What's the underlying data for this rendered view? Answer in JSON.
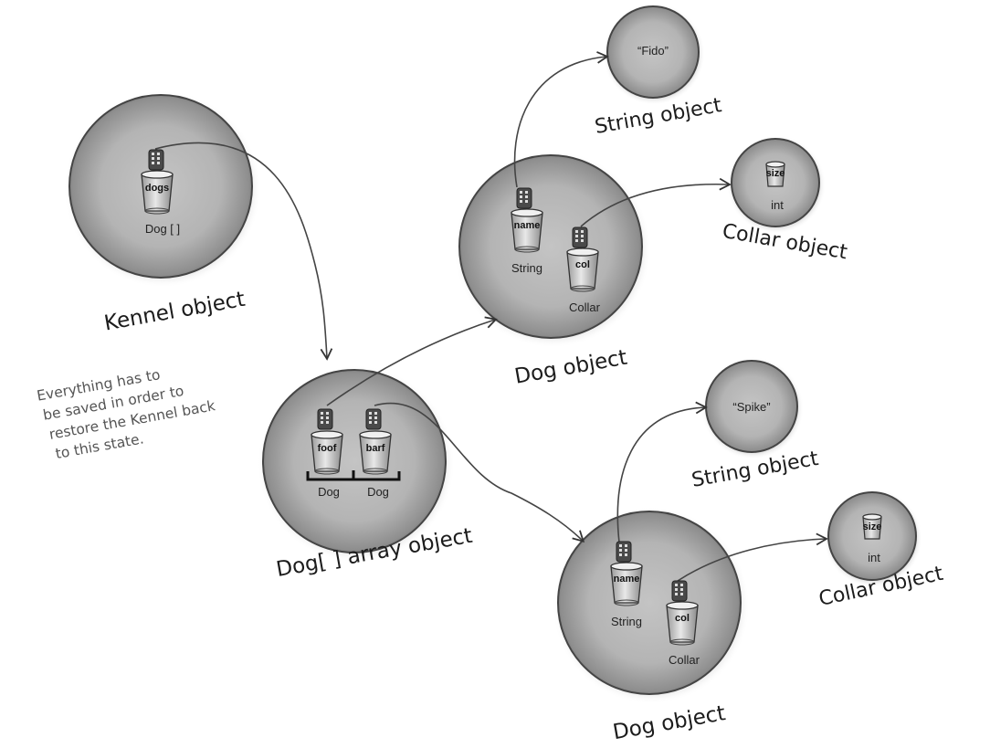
{
  "kennel": {
    "var": "dogs",
    "type": "Dog [ ]",
    "caption": "Kennel object"
  },
  "array": {
    "var1": "foof",
    "var2": "barf",
    "type1": "Dog",
    "type2": "Dog",
    "caption": "Dog[ ]  array object"
  },
  "dog1": {
    "name_var": "name",
    "name_type": "String",
    "col_var": "col",
    "col_type": "Collar",
    "caption": "Dog object"
  },
  "dog2": {
    "name_var": "name",
    "name_type": "String",
    "col_var": "col",
    "col_type": "Collar",
    "caption": "Dog object"
  },
  "string1": {
    "value": "“Fido”",
    "caption": "String object"
  },
  "string2": {
    "value": "“Spike”",
    "caption": "String object"
  },
  "collar1": {
    "var": "size",
    "type": "int",
    "caption": "Collar object"
  },
  "collar2": {
    "var": "size",
    "type": "int",
    "caption": "Collar object"
  },
  "note": {
    "line1": "Everything has to",
    "line2": "be saved in order to",
    "line3": "restore the Kennel back",
    "line4": "to this state."
  }
}
